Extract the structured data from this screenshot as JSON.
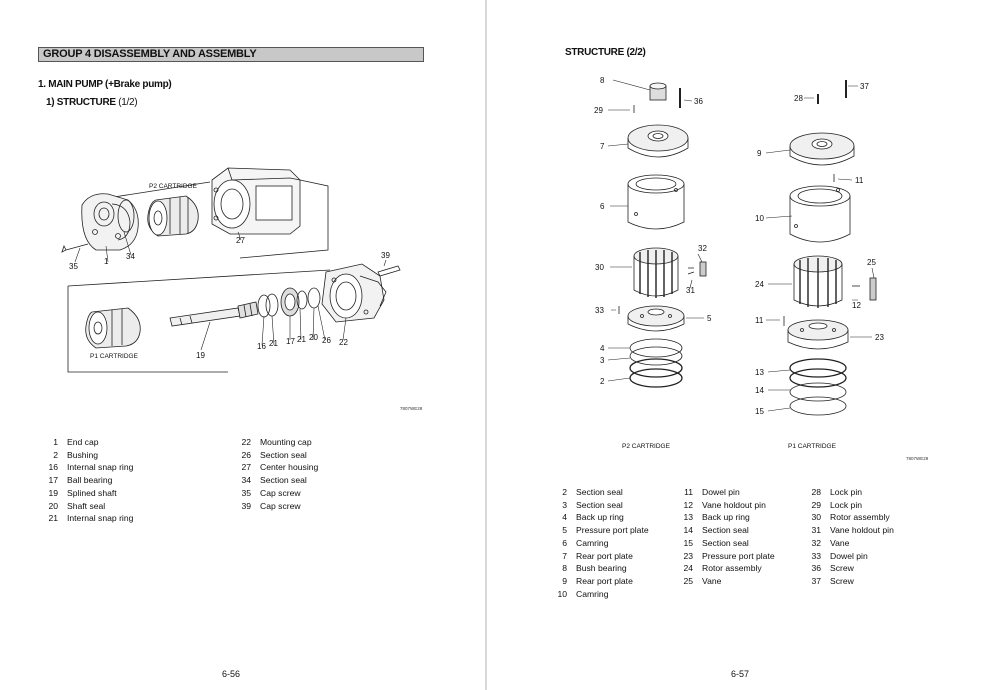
{
  "left_page": {
    "group_title": "GROUP 4  DISASSEMBLY AND ASSEMBLY",
    "section_title": "1. MAIN PUMP (+Brake pump)",
    "subsection_title": "1) STRUCTURE",
    "subsection_suffix": "(1/2)",
    "diagram": {
      "labels": {
        "p2_cartridge": "P2 CARTRIDGE",
        "p1_cartridge": "P1 CARTRIDGE",
        "callouts": [
          "35",
          "1",
          "34",
          "27",
          "39",
          "19",
          "16",
          "21",
          "17",
          "21",
          "20",
          "26",
          "22"
        ]
      },
      "figure_code": "7807WE28"
    },
    "parts_col1": [
      {
        "no": "1",
        "name": "End cap"
      },
      {
        "no": "2",
        "name": "Bushing"
      },
      {
        "no": "16",
        "name": "Internal snap ring"
      },
      {
        "no": "17",
        "name": "Ball bearing"
      },
      {
        "no": "19",
        "name": "Splined shaft"
      },
      {
        "no": "20",
        "name": "Shaft seal"
      },
      {
        "no": "21",
        "name": "Internal snap ring"
      }
    ],
    "parts_col2": [
      {
        "no": "22",
        "name": "Mounting cap"
      },
      {
        "no": "26",
        "name": "Section seal"
      },
      {
        "no": "27",
        "name": "Center housing"
      },
      {
        "no": "34",
        "name": "Section seal"
      },
      {
        "no": "35",
        "name": "Cap screw"
      },
      {
        "no": "39",
        "name": "Cap screw"
      }
    ],
    "page_number": "6-56"
  },
  "right_page": {
    "subsection_title": "STRUCTURE (2/2)",
    "diagram": {
      "p2_label": "P2 CARTRIDGE",
      "p1_label": "P1 CARTRIDGE",
      "p2_callouts": [
        "8",
        "29",
        "36",
        "7",
        "6",
        "30",
        "32",
        "31",
        "33",
        "5",
        "4",
        "3",
        "2"
      ],
      "p1_callouts": [
        "37",
        "28",
        "9",
        "11",
        "10",
        "25",
        "24",
        "12",
        "11",
        "23",
        "13",
        "14",
        "15"
      ],
      "figure_code": "7807WE29"
    },
    "parts_col1": [
      {
        "no": "2",
        "name": "Section seal"
      },
      {
        "no": "3",
        "name": "Section seal"
      },
      {
        "no": "4",
        "name": "Back up ring"
      },
      {
        "no": "5",
        "name": "Pressure port plate"
      },
      {
        "no": "6",
        "name": "Camring"
      },
      {
        "no": "7",
        "name": "Rear port plate"
      },
      {
        "no": "8",
        "name": "Bush bearing"
      },
      {
        "no": "9",
        "name": "Rear port plate"
      },
      {
        "no": "10",
        "name": "Camring"
      }
    ],
    "parts_col2": [
      {
        "no": "11",
        "name": "Dowel pin"
      },
      {
        "no": "12",
        "name": "Vane holdout pin"
      },
      {
        "no": "13",
        "name": "Back up ring"
      },
      {
        "no": "14",
        "name": "Section seal"
      },
      {
        "no": "15",
        "name": "Section seal"
      },
      {
        "no": "23",
        "name": "Pressure port plate"
      },
      {
        "no": "24",
        "name": "Rotor assembly"
      },
      {
        "no": "25",
        "name": "Vane"
      }
    ],
    "parts_col3": [
      {
        "no": "28",
        "name": "Lock pin"
      },
      {
        "no": "29",
        "name": "Lock pin"
      },
      {
        "no": "30",
        "name": "Rotor assembly"
      },
      {
        "no": "31",
        "name": "Vane holdout pin"
      },
      {
        "no": "32",
        "name": "Vane"
      },
      {
        "no": "33",
        "name": "Dowel pin"
      },
      {
        "no": "36",
        "name": "Screw"
      },
      {
        "no": "37",
        "name": "Screw"
      }
    ],
    "page_number": "6-57"
  }
}
